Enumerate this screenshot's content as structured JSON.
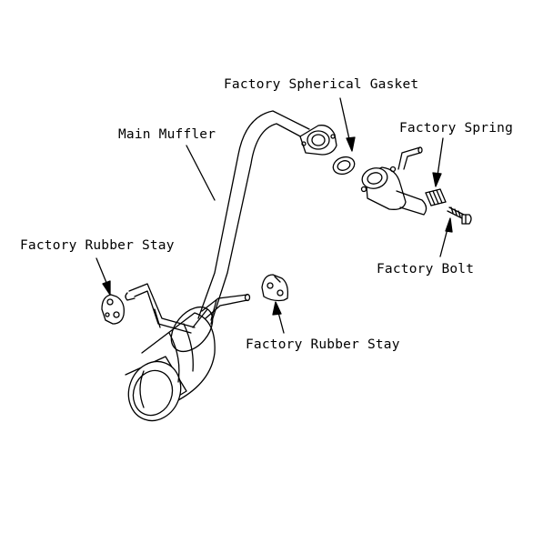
{
  "diagram": {
    "labels": {
      "spherical_gasket": "Factory Spherical Gasket",
      "main_muffler": "Main Muffler",
      "spring": "Factory Spring",
      "rubber_stay_left": "Factory Rubber Stay",
      "bolt": "Factory Bolt",
      "rubber_stay_right": "Factory Rubber Stay"
    }
  }
}
